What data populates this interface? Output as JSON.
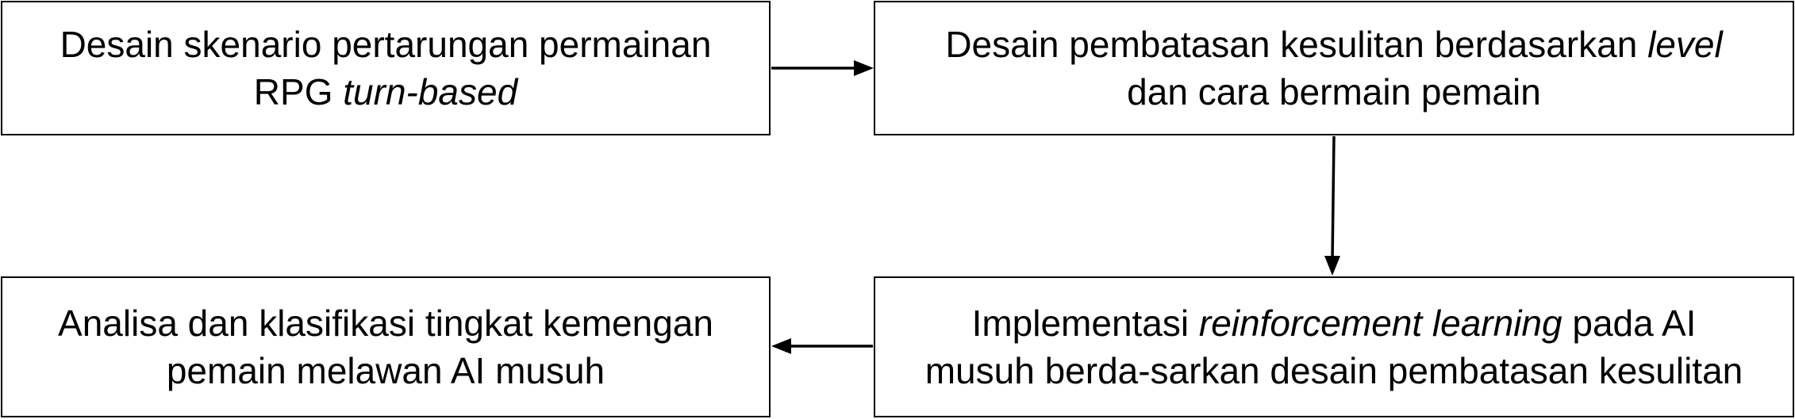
{
  "diagram": {
    "nodes": [
      {
        "id": "n1",
        "line1": [
          {
            "text": "Desain skenario pertarungan permainan",
            "italic": false
          }
        ],
        "line2": [
          {
            "text": "RPG ",
            "italic": false
          },
          {
            "text": "turn-based",
            "italic": true
          }
        ]
      },
      {
        "id": "n2",
        "line1": [
          {
            "text": "Desain pembatasan kesulitan berdasarkan ",
            "italic": false
          },
          {
            "text": "level",
            "italic": true
          }
        ],
        "line2": [
          {
            "text": "dan cara bermain pemain",
            "italic": false
          }
        ]
      },
      {
        "id": "n3",
        "line1": [
          {
            "text": "Implementasi ",
            "italic": false
          },
          {
            "text": "reinforcement learning",
            "italic": true
          },
          {
            "text": " pada AI",
            "italic": false
          }
        ],
        "line2": [
          {
            "text": "musuh berda-sarkan desain pembatasan kesulitan",
            "italic": false
          }
        ]
      },
      {
        "id": "n4",
        "line1": [
          {
            "text": "Analisa dan klasifikasi tingkat kemengan",
            "italic": false
          }
        ],
        "line2": [
          {
            "text": "pemain melawan AI musuh",
            "italic": false
          }
        ]
      }
    ],
    "edges": [
      {
        "from": "n1",
        "to": "n2"
      },
      {
        "from": "n2",
        "to": "n3"
      },
      {
        "from": "n3",
        "to": "n4"
      }
    ],
    "colors": {
      "stroke": "#000000",
      "background": "#ffffff",
      "text": "#000000"
    }
  }
}
